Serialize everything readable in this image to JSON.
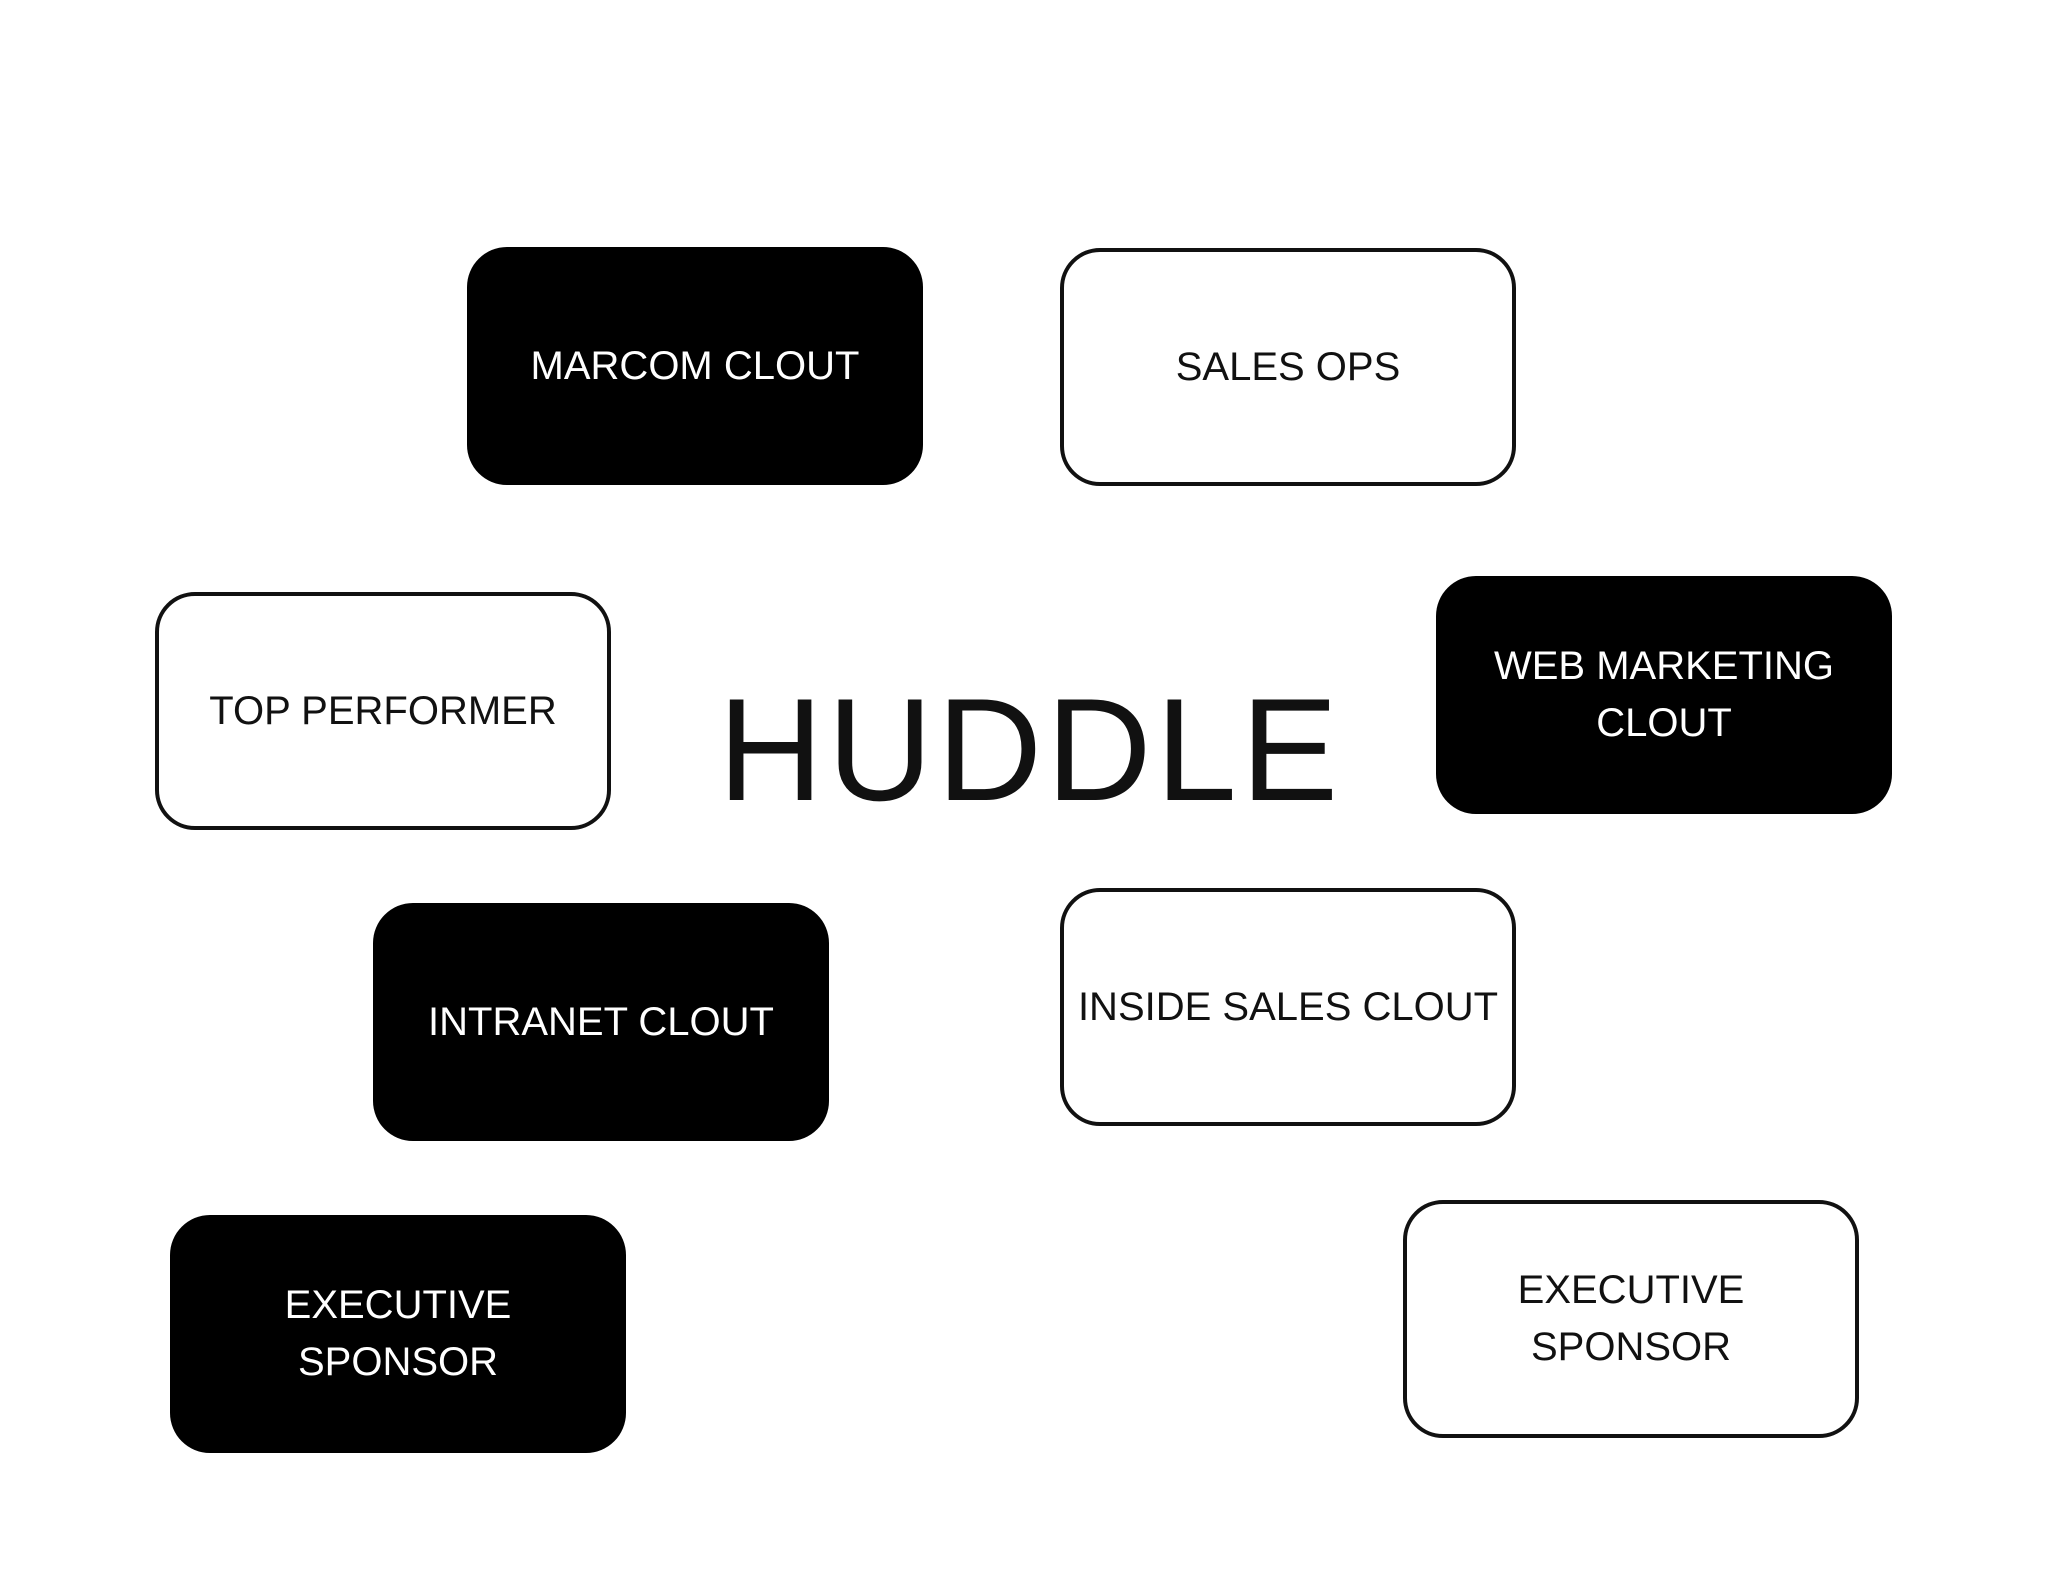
{
  "title": "HUDDLE",
  "cards": {
    "marcom_clout": "MARCOM CLOUT",
    "sales_ops": "SALES OPS",
    "top_performer": "TOP PERFORMER",
    "web_marketing_clout": "WEB MARKETING\nCLOUT",
    "intranet_clout": "INTRANET CLOUT",
    "inside_sales_clout": "INSIDE SALES CLOUT",
    "executive_sponsor_left": "EXECUTIVE\nSPONSOR",
    "executive_sponsor_right": "EXECUTIVE\nSPONSOR"
  },
  "colors": {
    "dark_fill": "#000000",
    "light_fill": "#ffffff",
    "border": "#111111"
  }
}
